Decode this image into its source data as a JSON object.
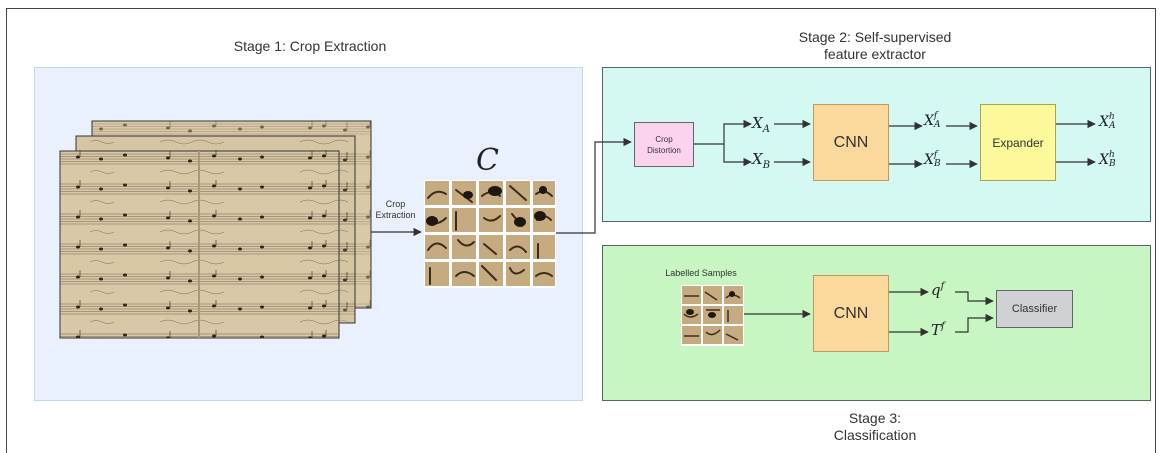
{
  "stage1": {
    "title": "Stage 1: Crop Extraction"
  },
  "stage2": {
    "title_line1": "Stage 2: Self-supervised",
    "title_line2": "feature extractor"
  },
  "stage3": {
    "title_line1": "Stage 3:",
    "title_line2": "Classification"
  },
  "crop_extraction_label": {
    "line1": "Crop",
    "line2": "Extraction"
  },
  "crop_set_symbol": "C",
  "crop_distortion": {
    "line1": "Crop",
    "line2": "Distortion"
  },
  "cnn_label": "CNN",
  "expander_label": "Expander",
  "classifier_label": "Classifier",
  "labelled_samples": "Labelled Samples",
  "vars": {
    "xa": {
      "base": "X",
      "sub": "A"
    },
    "xb": {
      "base": "X",
      "sub": "B"
    },
    "xaf": {
      "base": "X",
      "sup": "f",
      "sub": "A"
    },
    "xbf": {
      "base": "X",
      "sup": "f",
      "sub": "B"
    },
    "xah": {
      "base": "X",
      "sup": "h",
      "sub": "A"
    },
    "xbh": {
      "base": "X",
      "sup": "h",
      "sub": "B"
    },
    "qf": {
      "base": "q",
      "sup": "f"
    },
    "tf": {
      "base": "T",
      "sup": "f"
    }
  },
  "colors": {
    "stage1_bg": "#e8f1fd",
    "stage2_bg": "#d4f8f2",
    "stage3_bg": "#c7f6c3",
    "crop_distortion": "#fbd3ee",
    "cnn": "#fbd99d",
    "expander": "#fbf99a",
    "classifier": "#cfd1d4"
  }
}
